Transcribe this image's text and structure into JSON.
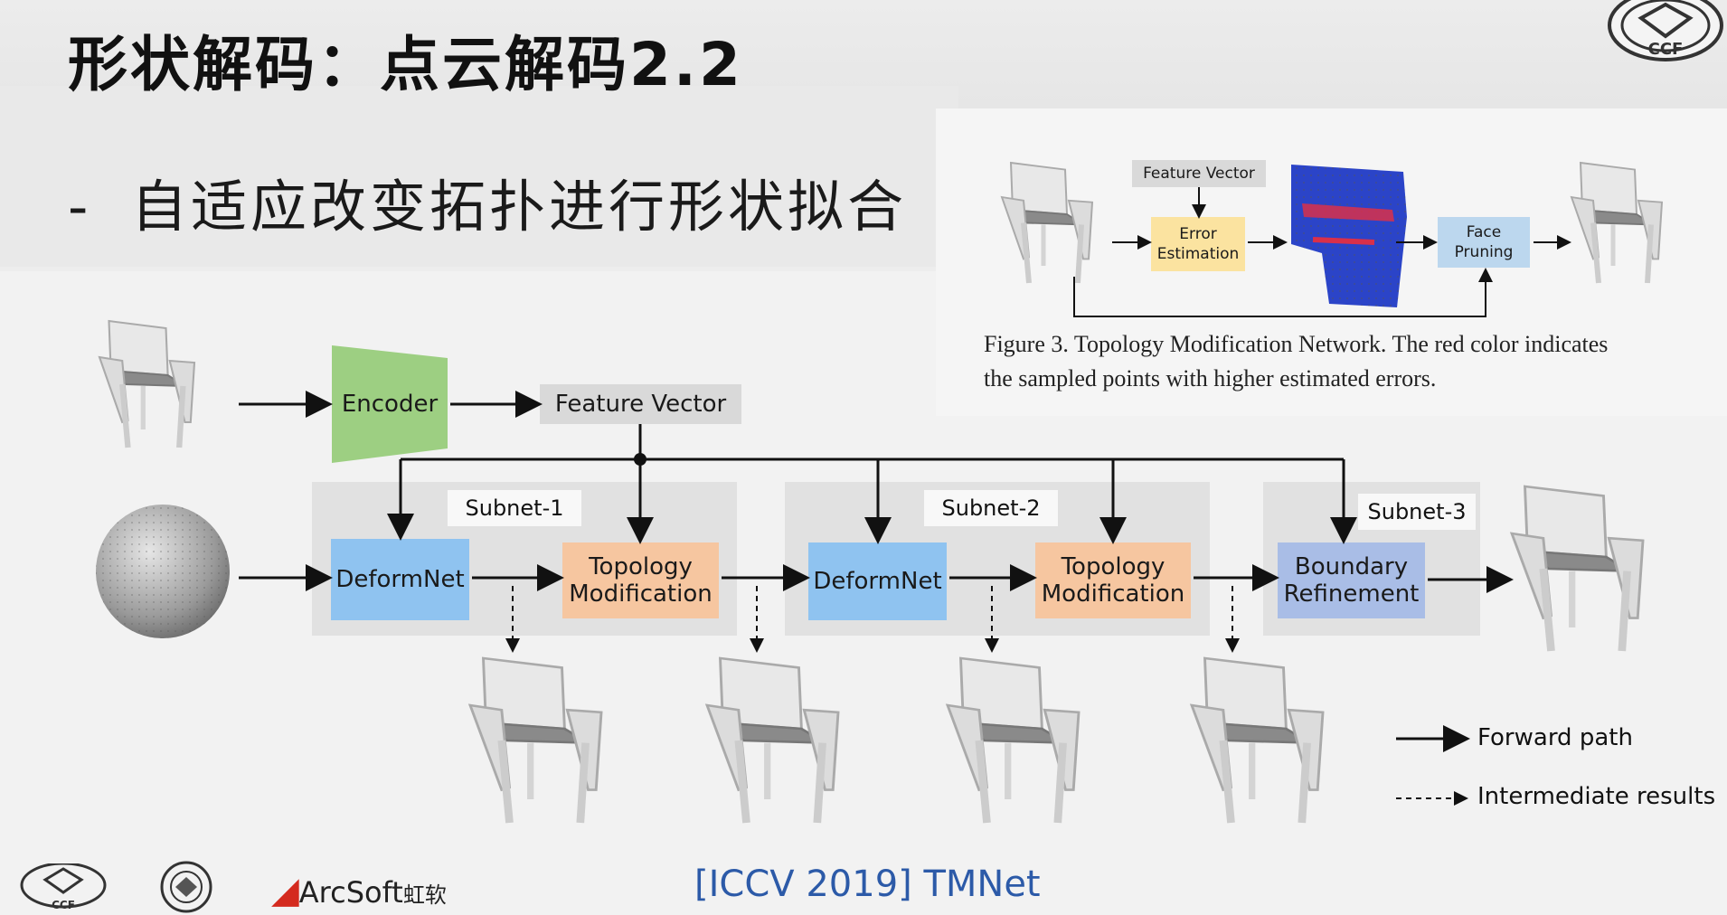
{
  "slide": {
    "title": "形状解码：点云解码2.2",
    "bullet": "自适应改变拓扑进行形状拟合",
    "bullet_marker": "-",
    "reference": "[ICCV 2019] TMNet"
  },
  "inset_figure": {
    "feature_vector": "Feature Vector",
    "error_estimation": [
      "Error",
      "Estimation"
    ],
    "face_pruning": [
      "Face",
      "Pruning"
    ],
    "caption_line1": "Figure 3. Topology Modification Network. The red color indicates",
    "caption_line2": "the sampled points with higher estimated errors."
  },
  "main_diagram": {
    "encoder": "Encoder",
    "feature_vector": "Feature Vector",
    "subnets": [
      {
        "label": "Subnet-1",
        "deformnet": "DeformNet",
        "topology": [
          "Topology",
          "Modification"
        ]
      },
      {
        "label": "Subnet-2",
        "deformnet": "DeformNet",
        "topology": [
          "Topology",
          "Modification"
        ]
      },
      {
        "label": "Subnet-3",
        "boundary": [
          "Boundary",
          "Refinement"
        ]
      }
    ],
    "legend": {
      "forward": "Forward path",
      "intermediate": "Intermediate results"
    }
  },
  "footer": {
    "logo_ccf": "CCF",
    "arcsoft_brand": "ArcSoft",
    "arcsoft_cn": "虹软"
  },
  "colors": {
    "encoder": "#9dcf82",
    "deformnet": "#8fc3f0",
    "topology": "#f6c6a0",
    "boundary": "#a9bde6",
    "reference_text": "#2c5aa8",
    "arcsoft_red": "#d42a1e"
  },
  "icons": [
    "chair-icon",
    "sphere-icon",
    "point-cloud-icon",
    "ccf-logo-icon",
    "university-seal-icon"
  ]
}
